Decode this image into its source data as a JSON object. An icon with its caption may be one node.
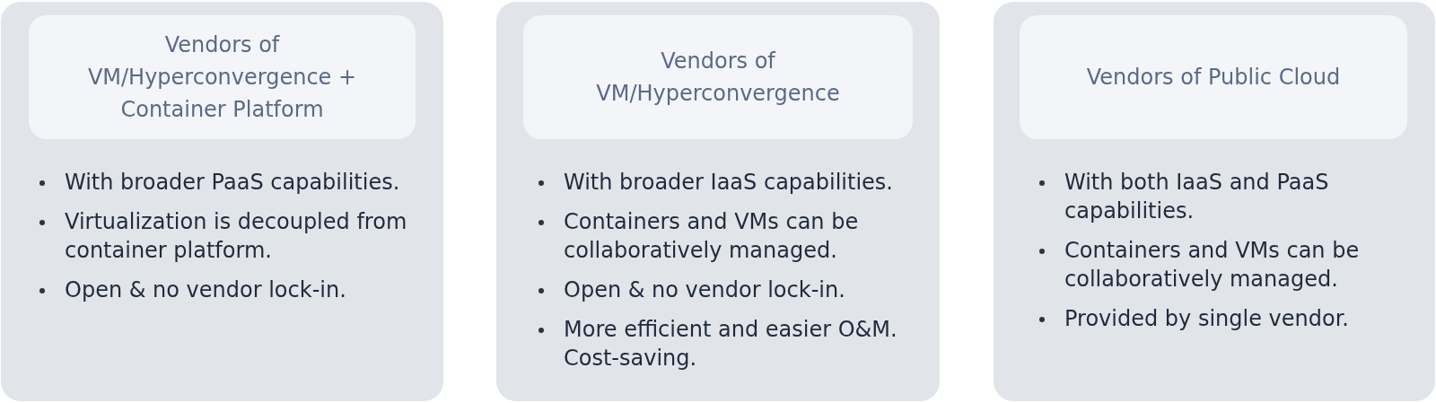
{
  "diagram": {
    "nodes": [
      {
        "text": [
          "With broader PaaS capabilities.",
          "Virtualization is decoupled from container platform.",
          "Open & no vendor lock-in."
        ]
      },
      {
        "text": [
          "Vendors of VM/Hyperconvergence + Container Platform"
        ],
        "in": 0
      },
      {
        "text": [
          "With broader IaaS capabilities.",
          "Containers and VMs can be collaboratively managed.",
          "Open & no vendor lock-in.",
          "More efficient and easier O&M. Cost-saving."
        ]
      },
      {
        "text": [
          "Vendors of VM/Hyperconvergence"
        ],
        "in": 2
      },
      {
        "text": [
          "With both IaaS and PaaS capabilities.",
          "Containers and VMs can be collaboratively managed.",
          "Provided by single vendor."
        ]
      },
      {
        "text": [
          "Vendors of Public Cloud"
        ],
        "in": 4
      }
    ]
  }
}
